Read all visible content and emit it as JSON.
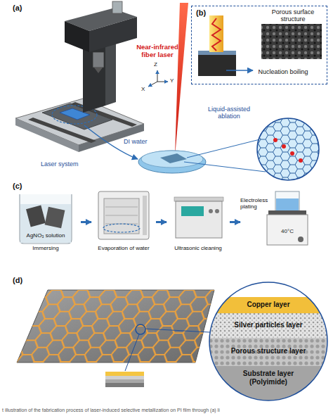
{
  "diagram": {
    "caption": "t illustration of the fabrication process of laser-induced selective metallization on PI film through (a) li",
    "nodes": [
      {
        "text": [
          "AgNO₃ solution",
          "Immersing"
        ]
      },
      {
        "text": [
          "Evaporation of water"
        ]
      },
      {
        "text": [
          "Ultrasonic cleaning"
        ]
      },
      {
        "text": [
          "Electroless plating",
          "40°C"
        ]
      },
      {
        "text": [
          "(b)",
          "Porous surface structure",
          "Nucleation boiling"
        ]
      },
      {
        "text": [
          "Copper layer"
        ]
      },
      {
        "text": [
          "Silver particles layer"
        ]
      },
      {
        "text": [
          "Porous structure layer"
        ]
      },
      {
        "text": [
          "Substrate layer (Polyimide)"
        ]
      }
    ],
    "edges": [
      {
        "from": 0,
        "to": 1,
        "arrow": "to"
      },
      {
        "from": 1,
        "to": 2,
        "arrow": "to"
      },
      {
        "from": 2,
        "to": 3,
        "arrow": "to"
      }
    ],
    "labels": [
      "(a)",
      "Near-infrared fiber laser",
      "Z",
      "X",
      "Y",
      "DI water",
      "Liquid-assisted ablation",
      "Laser system",
      "(c)",
      "(d)"
    ]
  }
}
